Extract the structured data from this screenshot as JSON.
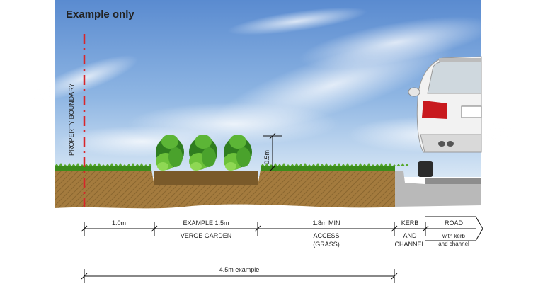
{
  "title": "Example only",
  "property_boundary": "PROPERTY BOUNDARY",
  "height_label": "0.5m",
  "segments": {
    "s1": {
      "line1": "1.0m"
    },
    "s2": {
      "line1": "EXAMPLE 1.5m",
      "line2": "VERGE GARDEN"
    },
    "s3": {
      "line1": "1.8m MIN",
      "line2": "ACCESS",
      "line3": "(GRASS)"
    },
    "s4": {
      "line1": "KERB",
      "line2": "AND",
      "line3": "CHANNEL"
    },
    "s5": {
      "line1": "ROAD",
      "line2": "with kerb",
      "line3": "and channel"
    }
  },
  "total_label": "4.5m example",
  "colors": {
    "sky_top": "#5f8fd2",
    "sky_bottom": "#cfe1f3",
    "soil": "#a07a3d",
    "grass": "#3f8f1e",
    "boundary": "#d8262a",
    "car": "#f4f4f4",
    "tail_light": "#c8191e"
  }
}
